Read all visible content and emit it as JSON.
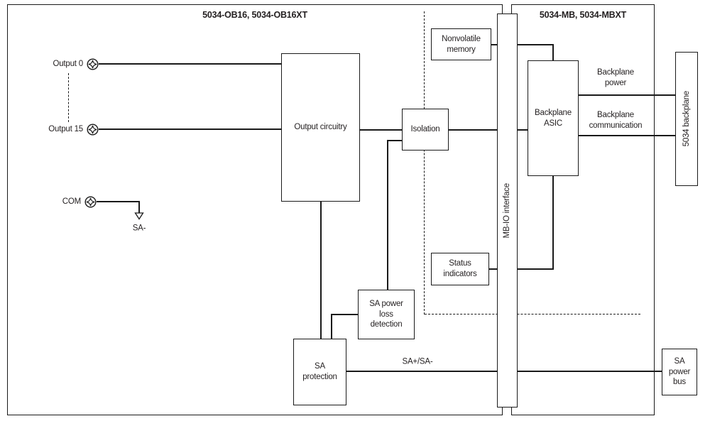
{
  "left_module": {
    "title": "5034-OB16, 5034-OB16XT",
    "terminals": [
      {
        "label": "Output 0"
      },
      {
        "label": "Output 15"
      },
      {
        "label": "COM"
      }
    ],
    "ground_label": "SA-",
    "blocks": {
      "output_circuitry": "Output circuitry",
      "isolation": "Isolation",
      "sa_power_loss_detection": "SA power\nloss\ndetection",
      "sa_protection": "SA\nprotection",
      "nonvolatile_memory": "Nonvolatile\nmemory",
      "status_indicators": "Status\nindicators"
    },
    "wire_labels": {
      "sa_bus": "SA+/SA-"
    }
  },
  "interface_bar": {
    "label": "MB-IO interface"
  },
  "right_module": {
    "title": "5034-MB, 5034-MBXT",
    "blocks": {
      "backplane_asic": "Backplane\nASIC",
      "backplane_5034": "5034 backplane",
      "sa_power_bus": "SA\npower\nbus"
    },
    "wire_labels": {
      "backplane_power": "Backplane\npower",
      "backplane_communication": "Backplane\ncommunication"
    }
  },
  "colors": {
    "line": "#1a1a1a",
    "text": "#231f20",
    "background": "#ffffff"
  }
}
